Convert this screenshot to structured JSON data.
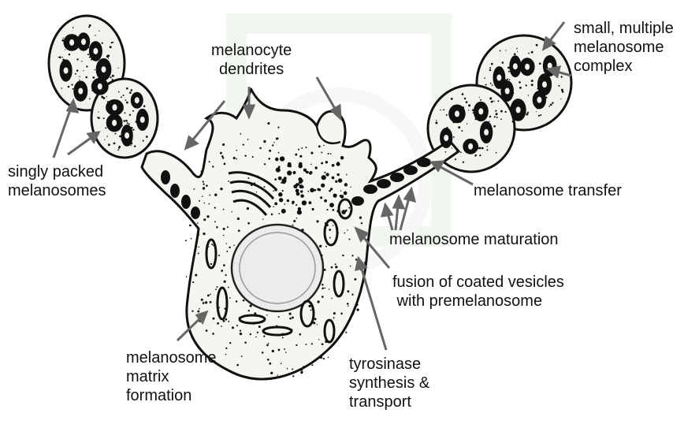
{
  "labels": {
    "melanocyte_dendrites": "melanocyte\ndendrites",
    "small_multiple": "small, multiple\nmelanosome\ncomplex",
    "singly_packed": "singly packed\nmelanosomes",
    "melanosome_transfer": "melanosome transfer",
    "melanosome_maturation": "melanosome maturation",
    "fusion": "fusion of coated vesicles\n with premelanosome",
    "matrix_formation": "melanosome\nmatrix\nformation",
    "tyrosinase": "tyrosinase\nsynthesis &\ntransport"
  },
  "colors": {
    "ink": "#111111",
    "cell_fill": "#f6f6f0",
    "arrow": "#666666",
    "nucleus": "#ededea",
    "watermark": "#e7efe4"
  }
}
